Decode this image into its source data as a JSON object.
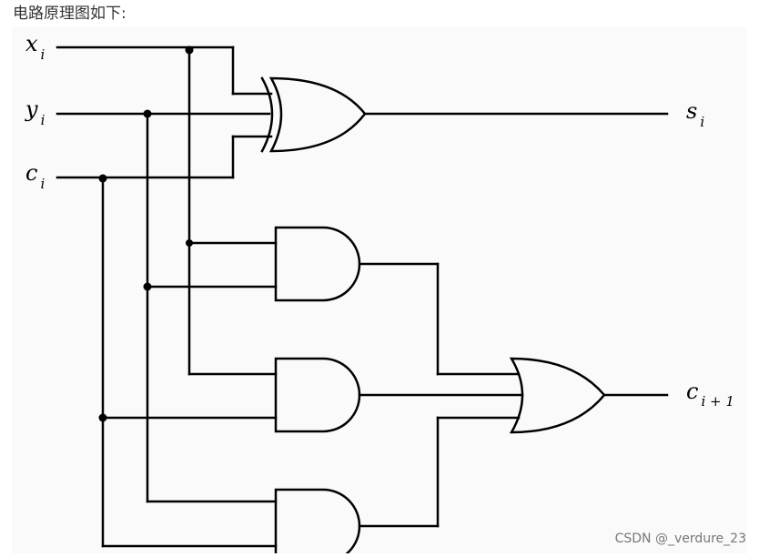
{
  "caption": "电路原理图如下:",
  "watermark": "CSDN @_verdure_23",
  "signals": {
    "x": {
      "base": "x",
      "sub": "i"
    },
    "y": {
      "base": "y",
      "sub": "i"
    },
    "c": {
      "base": "c",
      "sub": "i"
    },
    "s": {
      "base": "s",
      "sub": "i"
    },
    "cout": {
      "base": "c",
      "sub": "i + 1"
    }
  }
}
